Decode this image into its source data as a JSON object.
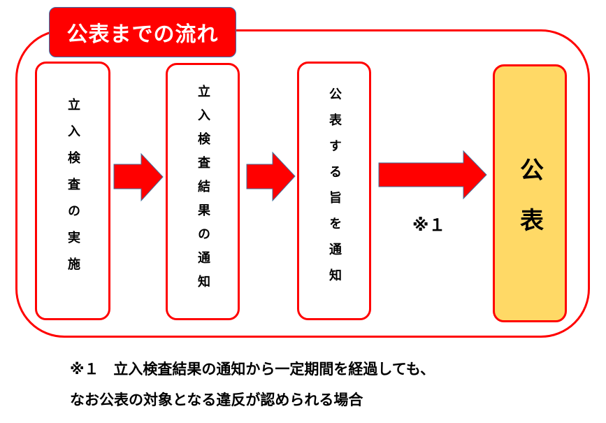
{
  "title": "公表までの流れ",
  "steps": [
    {
      "label": "立入検査の実施"
    },
    {
      "label": "立入検査結果の通知"
    },
    {
      "label": "公表する旨を通知"
    },
    {
      "label": "公表"
    }
  ],
  "arrow_note": "※１",
  "footnote": {
    "line1": "※１　立入検査結果の通知から一定期間を経過しても、",
    "line2": "なお公表の対象となる違反が認められる場合"
  },
  "colors": {
    "accent": "#ff0000",
    "final_fill": "#ffd966"
  }
}
